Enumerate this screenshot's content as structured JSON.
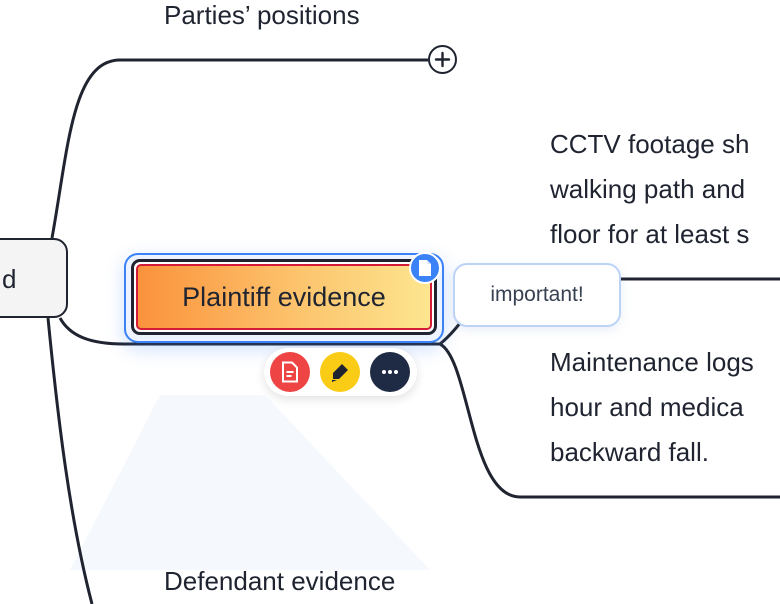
{
  "mindmap": {
    "root_label": "d",
    "branches": {
      "parties_positions": "Parties’ positions",
      "plaintiff_evidence": "Plaintiff evidence",
      "defendant_evidence": "Defendant evidence"
    },
    "leaves": {
      "cctv": [
        "CCTV footage sh",
        "walking path and",
        "floor for at least s"
      ],
      "maintenance": [
        "Maintenance logs",
        "hour and medica",
        "backward fall."
      ]
    },
    "selected_callout": "important!"
  },
  "toolbar": {
    "buttons": [
      {
        "icon": "note-icon",
        "color": "#ef4444"
      },
      {
        "icon": "highlighter-icon",
        "color": "#facc15"
      },
      {
        "icon": "more-icon",
        "color": "#1f2a44"
      }
    ]
  },
  "colors": {
    "line": "#1f2430",
    "selection": "#3b82f6",
    "node_border": "#d41b37",
    "callout_border": "#bcd3f6"
  }
}
